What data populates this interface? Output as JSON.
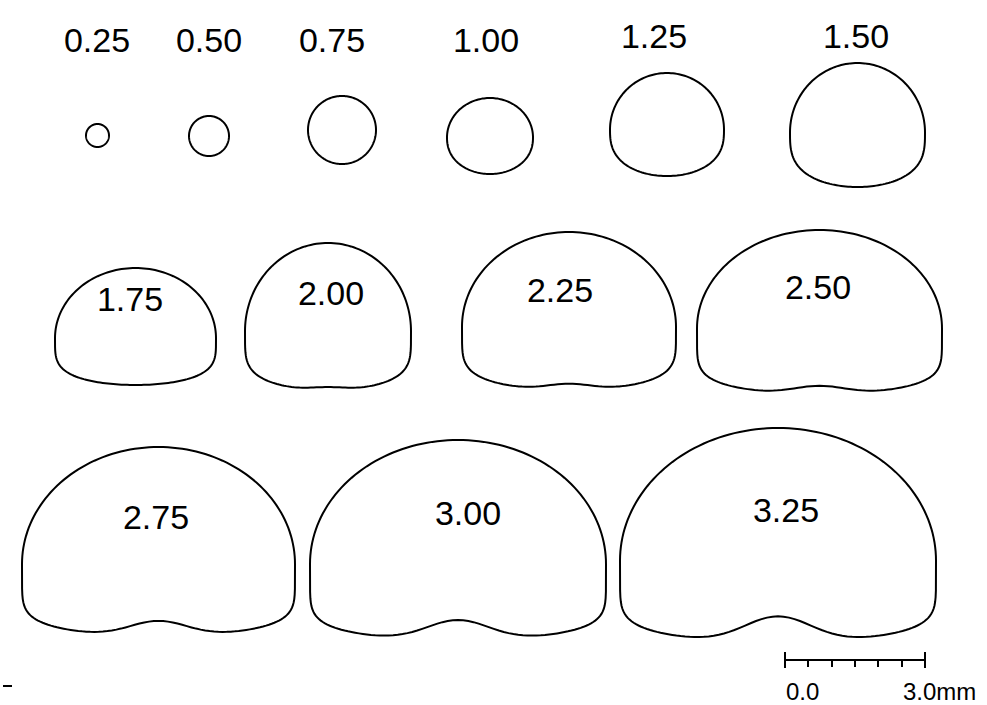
{
  "diagram": {
    "nodes": [
      {
        "text": [
          "0.25"
        ]
      },
      {
        "text": [
          "0.50"
        ]
      },
      {
        "text": [
          "0.75"
        ]
      },
      {
        "text": [
          "1.00"
        ]
      },
      {
        "text": [
          "1.25"
        ]
      },
      {
        "text": [
          "1.50"
        ]
      },
      {
        "text": [
          "1.75"
        ]
      },
      {
        "text": [
          "2.00"
        ]
      },
      {
        "text": [
          "2.25"
        ]
      },
      {
        "text": [
          "2.50"
        ]
      },
      {
        "text": [
          "2.75"
        ]
      },
      {
        "text": [
          "3.00"
        ]
      },
      {
        "text": [
          "3.25"
        ]
      }
    ],
    "labels": [
      "0.0",
      "3.0mm"
    ]
  }
}
